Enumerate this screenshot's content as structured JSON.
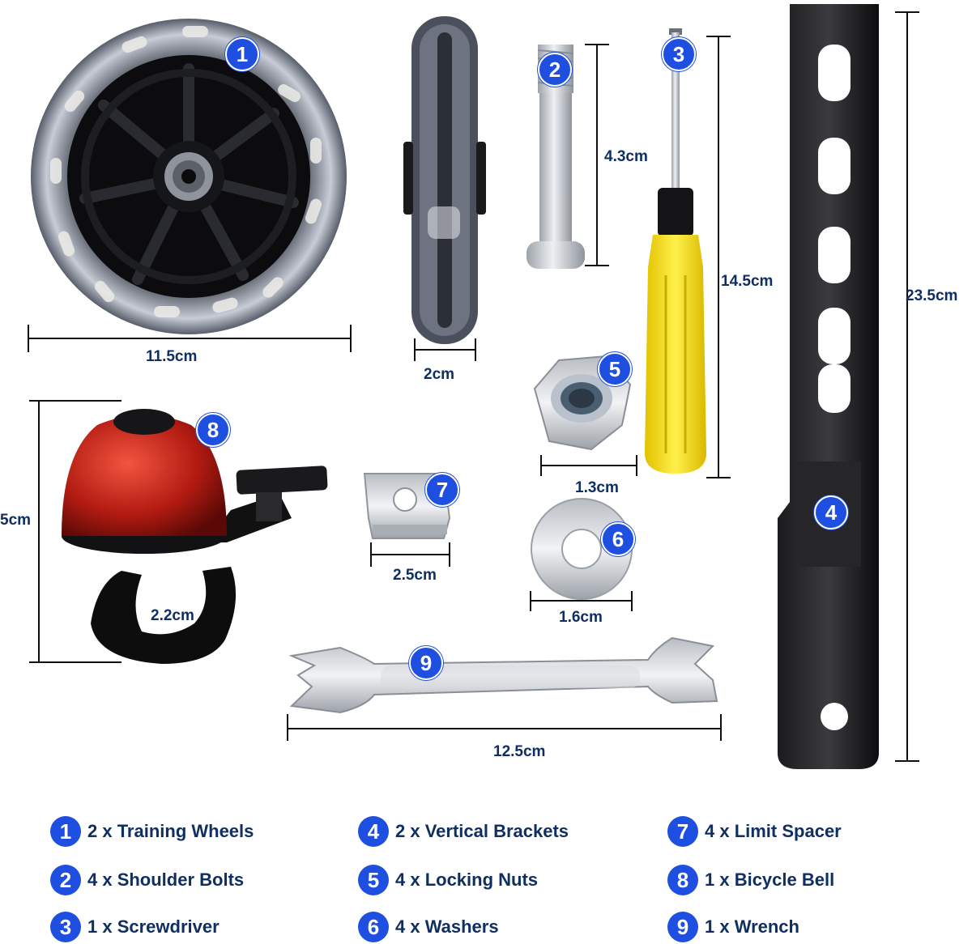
{
  "dimensions": {
    "wheel_diameter": "11.5cm",
    "wheel_width": "2cm",
    "bolt_length": "4.3cm",
    "screwdriver_length": "14.5cm",
    "bracket_length": "23.5cm",
    "nut_size": "1.3cm",
    "bell_height": "5cm",
    "bell_clamp": "2.2cm",
    "spacer_width": "2.5cm",
    "washer_size": "1.6cm",
    "wrench_length": "12.5cm"
  },
  "badges": [
    "1",
    "2",
    "3",
    "4",
    "5",
    "6",
    "7",
    "8",
    "9"
  ],
  "legend": [
    {
      "num": "1",
      "text": "2 x Training Wheels"
    },
    {
      "num": "2",
      "text": "4 x Shoulder Bolts"
    },
    {
      "num": "3",
      "text": "1 x Screwdriver"
    },
    {
      "num": "4",
      "text": "2 x Vertical Brackets"
    },
    {
      "num": "5",
      "text": "4 x Locking Nuts"
    },
    {
      "num": "6",
      "text": "4 x Washers"
    },
    {
      "num": "7",
      "text": "4 x Limit Spacer"
    },
    {
      "num": "8",
      "text": "1 x Bicycle Bell"
    },
    {
      "num": "9",
      "text": "1 x Wrench"
    }
  ],
  "colors": {
    "badge": "#1f4fe0",
    "label_text": "#0f2f63",
    "bell_red": "#b31b12",
    "handle_yellow": "#f5d800",
    "metal": "#c9ccd2"
  }
}
